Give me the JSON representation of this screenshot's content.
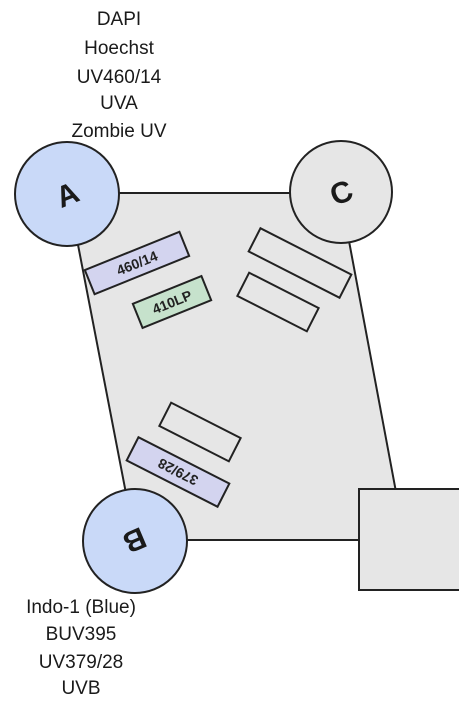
{
  "colors": {
    "block_fill": "#e6e6e6",
    "port_blue": "#c9d9f8",
    "port_gray": "#e6e6e6",
    "filter_purple": "#d3d4ef",
    "filter_green": "#c6e2cc",
    "outline": "#222222"
  },
  "ports": {
    "a": {
      "letter": "A",
      "detects": [
        "DAPI",
        "Hoechst",
        "UV460/14",
        "UVA",
        "Zombie UV"
      ]
    },
    "b": {
      "letter": "B",
      "detects": [
        "Indo-1 (Blue)",
        "BUV395",
        "UV379/28",
        "UVB"
      ]
    },
    "c": {
      "letter": "C"
    }
  },
  "filters": {
    "f1": "460/14",
    "f2": "410LP",
    "f3": "379/28"
  }
}
